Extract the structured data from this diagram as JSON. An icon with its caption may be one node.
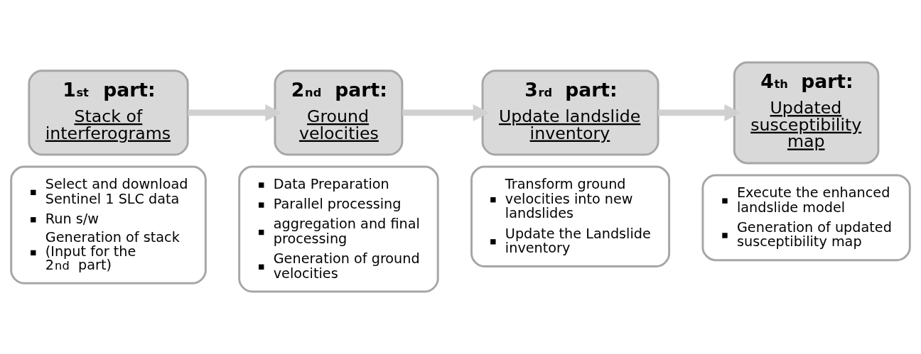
{
  "diagram": {
    "nodes": [
      {
        "text": [
          "1$^{st}$ part:",
          "Stack of interferograms"
        ]
      },
      {
        "text": [
          "Select and download Sentinel 1 SLC data",
          "Run s/w",
          "Generation of stack (Input for the 2$^{nd}$ part)"
        ]
      },
      {
        "text": [
          "2$^{nd}$ part:",
          "Ground velocities"
        ]
      },
      {
        "text": [
          "Data Preparation",
          "Parallel processing",
          "aggregation and final processing",
          "Generation of ground velocities"
        ]
      },
      {
        "text": [
          "3$^{rd}$ part:",
          "Update landslide inventory"
        ]
      },
      {
        "text": [
          "Transform ground velocities into new landslides",
          "Update the Landslide inventory"
        ]
      },
      {
        "text": [
          "4$^{th}$ part:",
          "Updated susceptibility map"
        ]
      },
      {
        "text": [
          "Execute the enhanced landslide model",
          "Generation of updated susceptibility map"
        ]
      }
    ],
    "edges": [
      {
        "from": 0,
        "to": 2,
        "arrow": "to"
      },
      {
        "from": 2,
        "to": 4,
        "arrow": "to"
      },
      {
        "from": 4,
        "to": 6,
        "arrow": "to"
      }
    ]
  }
}
